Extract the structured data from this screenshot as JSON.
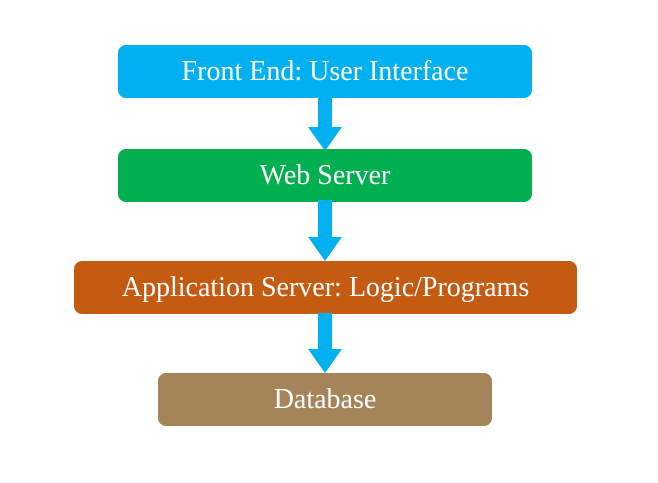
{
  "diagram": {
    "nodes": [
      {
        "id": "frontend",
        "label": "Front End: User Interface",
        "color": "#00b0f0"
      },
      {
        "id": "webserver",
        "label": "Web Server",
        "color": "#00b050"
      },
      {
        "id": "appserver",
        "label": "Application Server: Logic/Programs",
        "color": "#c55a11"
      },
      {
        "id": "database",
        "label": "Database",
        "color": "#a5845a"
      }
    ],
    "edges": [
      {
        "from": "frontend",
        "to": "webserver",
        "direction": "down"
      },
      {
        "from": "webserver",
        "to": "appserver",
        "direction": "down"
      },
      {
        "from": "appserver",
        "to": "database",
        "direction": "down"
      }
    ],
    "arrow_color": "#00b0f0"
  }
}
